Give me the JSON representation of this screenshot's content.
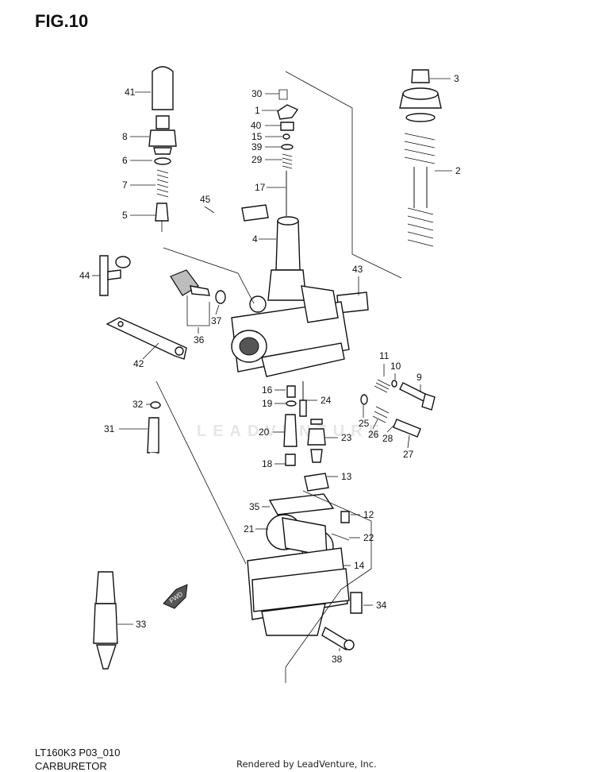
{
  "figure": {
    "title": "FIG.10"
  },
  "footer": {
    "model_code": "LT160K3 P03_010",
    "section_name": "CARBURETOR",
    "credit": "Rendered by LeadVenture, Inc."
  },
  "watermark": "LEADVENTURE",
  "fwd_label": "FWD",
  "callouts": [
    {
      "id": "c41",
      "label": "41"
    },
    {
      "id": "c8",
      "label": "8"
    },
    {
      "id": "c6",
      "label": "6"
    },
    {
      "id": "c7",
      "label": "7"
    },
    {
      "id": "c5",
      "label": "5"
    },
    {
      "id": "c45",
      "label": "45"
    },
    {
      "id": "c44",
      "label": "44"
    },
    {
      "id": "c37",
      "label": "37"
    },
    {
      "id": "c36",
      "label": "36"
    },
    {
      "id": "c42",
      "label": "42"
    },
    {
      "id": "c32",
      "label": "32"
    },
    {
      "id": "c31",
      "label": "31"
    },
    {
      "id": "c33",
      "label": "33"
    },
    {
      "id": "c30",
      "label": "30"
    },
    {
      "id": "c1",
      "label": "1"
    },
    {
      "id": "c40",
      "label": "40"
    },
    {
      "id": "c15",
      "label": "15"
    },
    {
      "id": "c39",
      "label": "39"
    },
    {
      "id": "c29",
      "label": "29"
    },
    {
      "id": "c17",
      "label": "17"
    },
    {
      "id": "c4",
      "label": "4"
    },
    {
      "id": "c3",
      "label": "3"
    },
    {
      "id": "c2",
      "label": "2"
    },
    {
      "id": "c43",
      "label": "43"
    },
    {
      "id": "c11",
      "label": "11"
    },
    {
      "id": "c10",
      "label": "10"
    },
    {
      "id": "c9",
      "label": "9"
    },
    {
      "id": "c16",
      "label": "16"
    },
    {
      "id": "c19",
      "label": "19"
    },
    {
      "id": "c24",
      "label": "24"
    },
    {
      "id": "c20",
      "label": "20"
    },
    {
      "id": "c23",
      "label": "23"
    },
    {
      "id": "c25",
      "label": "25"
    },
    {
      "id": "c26",
      "label": "26"
    },
    {
      "id": "c28",
      "label": "28"
    },
    {
      "id": "c27",
      "label": "27"
    },
    {
      "id": "c18",
      "label": "18"
    },
    {
      "id": "c13",
      "label": "13"
    },
    {
      "id": "c35",
      "label": "35"
    },
    {
      "id": "c12",
      "label": "12"
    },
    {
      "id": "c21",
      "label": "21"
    },
    {
      "id": "c22",
      "label": "22"
    },
    {
      "id": "c14",
      "label": "14"
    },
    {
      "id": "c34",
      "label": "34"
    },
    {
      "id": "c38",
      "label": "38"
    }
  ]
}
